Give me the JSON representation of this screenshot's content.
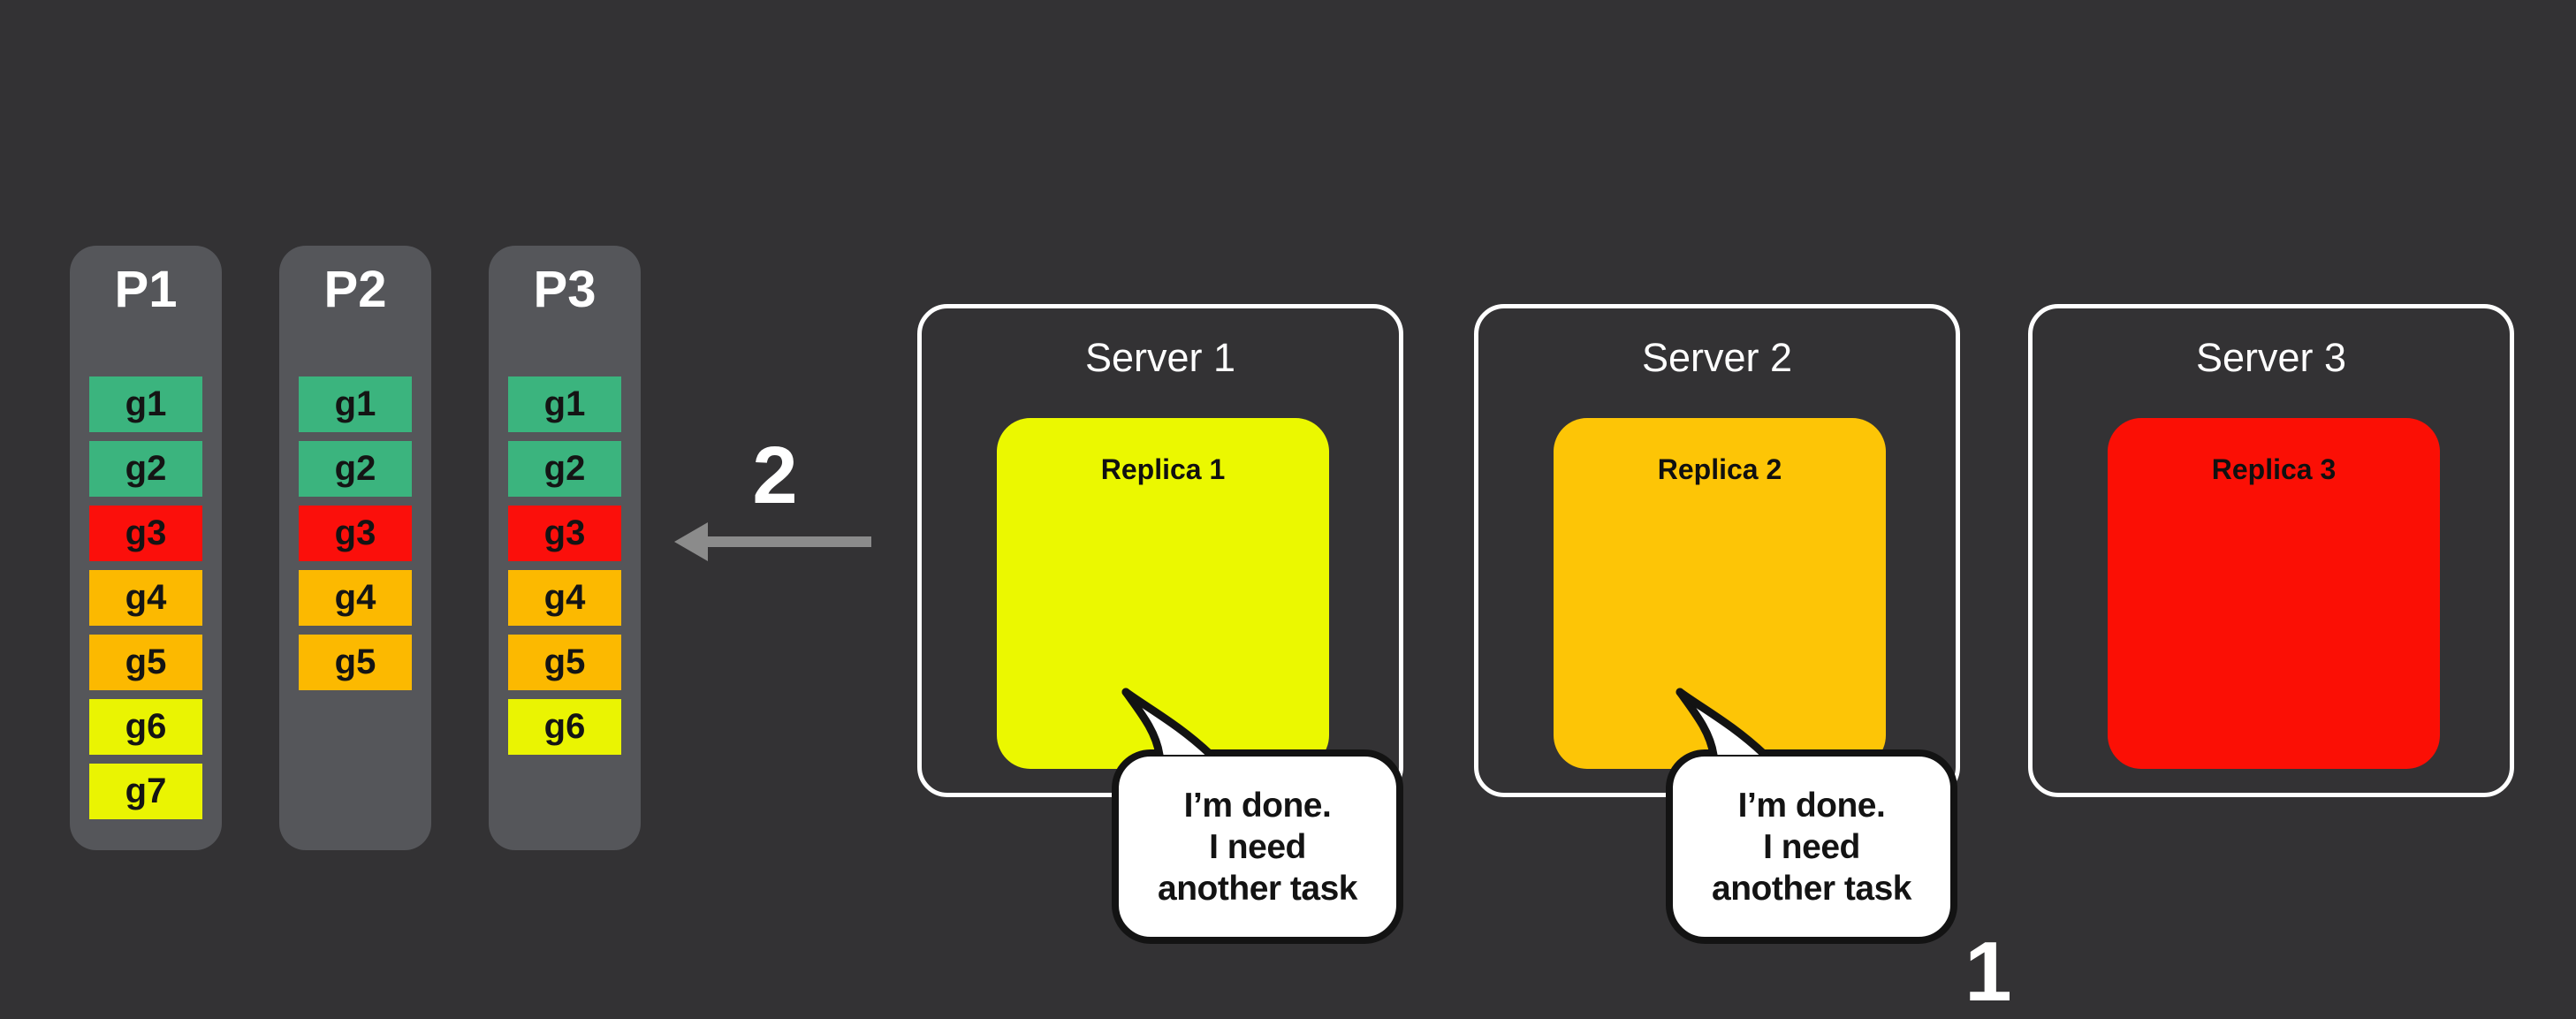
{
  "palette": {
    "background": "#333234",
    "panel_gray": "#55565A",
    "task_teal": "#3BB47E",
    "task_red": "#FB0F0B",
    "task_amber": "#FCB900",
    "task_yellow": "#EAF402",
    "replica1_yellow": "#EBF800",
    "replica2_amber": "#FDC506",
    "replica3_red": "#FB0F05",
    "border_white": "#FFFFFF",
    "bubble_border_black": "#131313",
    "arrow_gray": "#8B8B8B"
  },
  "partitions": [
    {
      "label": "P1",
      "tasks": [
        {
          "id": "g1",
          "color": "#3BB47E"
        },
        {
          "id": "g2",
          "color": "#3BB47E"
        },
        {
          "id": "g3",
          "color": "#FB0F0B"
        },
        {
          "id": "g4",
          "color": "#FCB900"
        },
        {
          "id": "g5",
          "color": "#FCB900"
        },
        {
          "id": "g6",
          "color": "#EAF402"
        },
        {
          "id": "g7",
          "color": "#EAF402"
        }
      ]
    },
    {
      "label": "P2",
      "tasks": [
        {
          "id": "g1",
          "color": "#3BB47E"
        },
        {
          "id": "g2",
          "color": "#3BB47E"
        },
        {
          "id": "g3",
          "color": "#FB0F0B"
        },
        {
          "id": "g4",
          "color": "#FCB900"
        },
        {
          "id": "g5",
          "color": "#FCB900"
        }
      ]
    },
    {
      "label": "P3",
      "tasks": [
        {
          "id": "g1",
          "color": "#3BB47E"
        },
        {
          "id": "g2",
          "color": "#3BB47E"
        },
        {
          "id": "g3",
          "color": "#FB0F0B"
        },
        {
          "id": "g4",
          "color": "#FCB900"
        },
        {
          "id": "g5",
          "color": "#FCB900"
        },
        {
          "id": "g6",
          "color": "#EAF402"
        }
      ]
    }
  ],
  "servers": [
    {
      "title": "Server 1",
      "replica_label": "Replica 1",
      "replica_color": "#EBF800",
      "bubble_lines": [
        "I’m done.",
        "I need",
        "another task"
      ]
    },
    {
      "title": "Server 2",
      "replica_label": "Replica 2",
      "replica_color": "#FDC506",
      "bubble_lines": [
        "I’m done.",
        "I need",
        "another task"
      ]
    },
    {
      "title": "Server 3",
      "replica_label": "Replica 3",
      "replica_color": "#FB0F05"
    }
  ],
  "annotations": {
    "step2": "2",
    "step1": "1"
  }
}
